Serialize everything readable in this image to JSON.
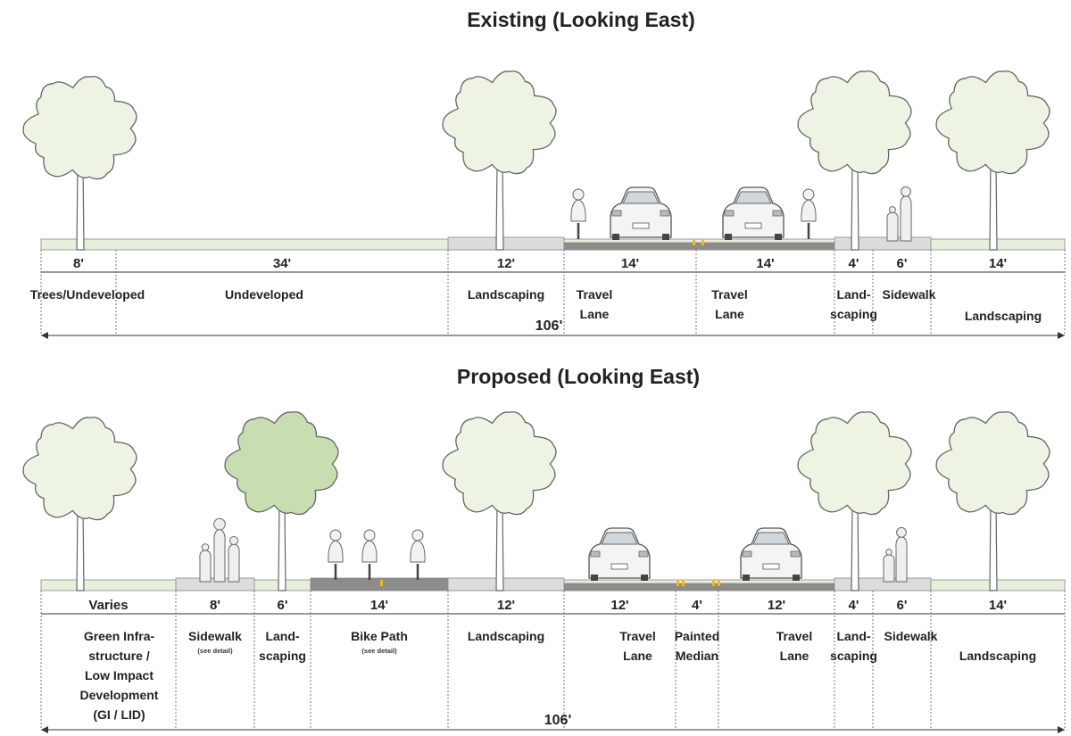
{
  "colors": {
    "foliage": "#eef4e4",
    "foliage_highlight": "#c8ddb0",
    "ground": "#e6f0dc",
    "sidewalk": "#dcdcdc",
    "roadway": "#8c8c8c",
    "median_stripe": "#f2b81c",
    "line": "#333333"
  },
  "existing": {
    "title": "Existing (Looking East)",
    "total": "106'",
    "segments": [
      {
        "dim": "8'",
        "label": "Trees/Undeveloped",
        "note": ""
      },
      {
        "dim": "34'",
        "label": "Undeveloped",
        "note": ""
      },
      {
        "dim": "12'",
        "label": "Landscaping",
        "note": ""
      },
      {
        "dim": "14'",
        "label": "Travel|Lane",
        "note": ""
      },
      {
        "dim": "14'",
        "label": "Travel|Lane",
        "note": ""
      },
      {
        "dim": "4'",
        "label": "Land-|scaping",
        "note": ""
      },
      {
        "dim": "6'",
        "label": "Sidewalk",
        "note": ""
      },
      {
        "dim": "14'",
        "label": "Landscaping",
        "note": ""
      }
    ]
  },
  "proposed": {
    "title": "Proposed (Looking East)",
    "total": "106'",
    "segments": [
      {
        "dim": "Varies",
        "label": "Green Infra-|structure /|Low Impact|Development|(GI / LID)",
        "note": ""
      },
      {
        "dim": "8'",
        "label": "Sidewalk",
        "note": "(see detail)"
      },
      {
        "dim": "6'",
        "label": "Land-|scaping",
        "note": ""
      },
      {
        "dim": "14'",
        "label": "Bike Path",
        "note": "(see detail)"
      },
      {
        "dim": "12'",
        "label": "Landscaping",
        "note": ""
      },
      {
        "dim": "12'",
        "label": "Travel|Lane",
        "note": ""
      },
      {
        "dim": "4'",
        "label": "Painted|Median",
        "note": ""
      },
      {
        "dim": "12'",
        "label": "Travel|Lane",
        "note": ""
      },
      {
        "dim": "4'",
        "label": "Land-|scaping",
        "note": ""
      },
      {
        "dim": "6'",
        "label": "Sidewalk",
        "note": ""
      },
      {
        "dim": "14'",
        "label": "Landscaping",
        "note": ""
      }
    ]
  }
}
